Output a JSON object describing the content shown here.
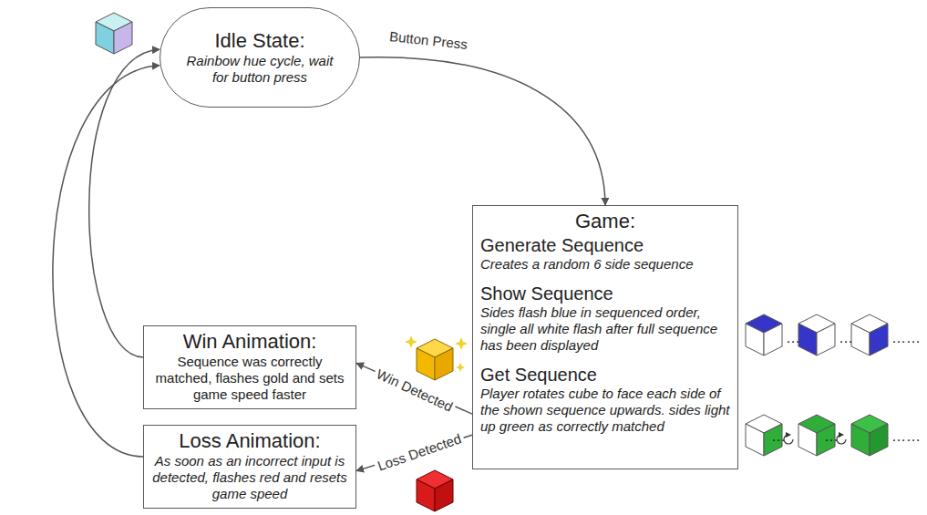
{
  "diagram": {
    "nodes": [
      {
        "text": [
          "Idle State:",
          "Rainbow hue cycle, wait for button press"
        ]
      },
      {
        "text": [
          "Game:",
          "Generate Sequence",
          "Creates a random 6 side sequence",
          "Show Sequence",
          "Sides flash blue in sequenced order, single all white flash after full sequence has been displayed",
          "Get Sequence",
          "Player rotates cube to face each side of the shown sequence upwards. sides light up green as correctly matched"
        ]
      },
      {
        "text": [
          "Win Animation:",
          "Sequence was correctly matched, flashes gold and sets game speed faster"
        ]
      },
      {
        "text": [
          "Loss Animation:",
          "As soon as an incorrect input is detected, flashes red and resets game speed"
        ]
      }
    ],
    "edges": [
      {
        "from": 0,
        "to": 1,
        "label": "Button Press",
        "arrow": "to"
      },
      {
        "from": 1,
        "to": 2,
        "label": "Win Detected",
        "arrow": "to"
      },
      {
        "from": 1,
        "to": 3,
        "label": "Loss Detected",
        "arrow": "to"
      },
      {
        "from": 2,
        "to": 0,
        "arrow": "to"
      },
      {
        "from": 3,
        "to": 0,
        "arrow": "to"
      }
    ],
    "labels": [
      "…",
      "…",
      "……",
      "…",
      "…",
      "……"
    ]
  }
}
